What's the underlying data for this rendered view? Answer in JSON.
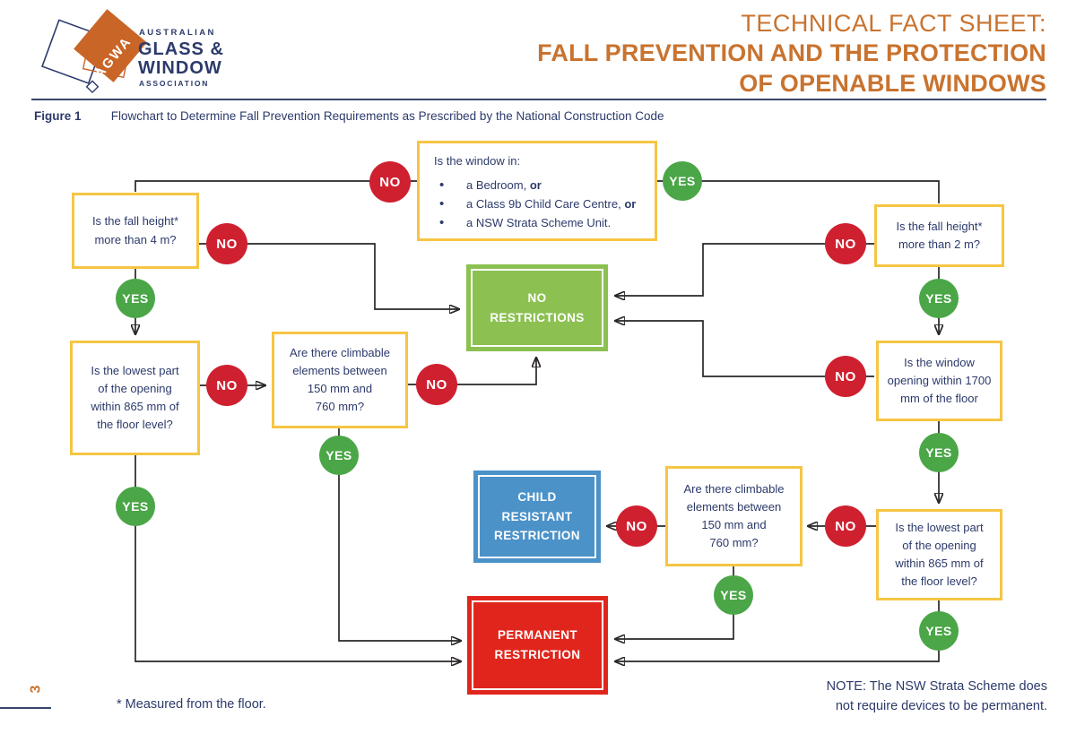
{
  "header": {
    "logo": {
      "monogram": "AGWA",
      "line1": "AUSTRALIAN",
      "line2": "GLASS &",
      "line3": "WINDOW",
      "line4": "ASSOCIATION"
    },
    "title": {
      "line1": "TECHNICAL FACT SHEET:",
      "line2": "FALL PREVENTION AND THE PROTECTION",
      "line3": "OF OPENABLE WINDOWS"
    }
  },
  "figure": {
    "label": "Figure 1",
    "caption": "Flowchart to Determine Fall Prevention Requirements as Prescribed by the National Construction Code"
  },
  "flowchart": {
    "labels": {
      "yes": "YES",
      "no": "NO"
    },
    "decisions": {
      "window_location": {
        "intro": "Is the window in:",
        "bullets": [
          {
            "text": "a Bedroom, ",
            "or": "or"
          },
          {
            "text": "a Class 9b Child Care Centre, ",
            "or": "or"
          },
          {
            "text": "a NSW Strata Scheme Unit.",
            "or": ""
          }
        ]
      },
      "fall_height_4m": "Is the fall height*\nmore than 4 m?",
      "lowest_part_left": "Is the lowest part\nof the opening\nwithin 865 mm of\nthe floor level?",
      "climbable_left": "Are there climbable\nelements between\n150 mm and\n760 mm?",
      "fall_height_2m": "Is the fall height*\nmore than 2 m?",
      "opening_1700": "Is the window\nopening within 1700\nmm of the floor",
      "climbable_right": "Are there climbable\nelements between\n150 mm and\n760 mm?",
      "lowest_part_right": "Is the lowest part\nof the opening\nwithin 865 mm of\nthe floor level?"
    },
    "results": {
      "no_restrictions": "NO\nRESTRICTIONS",
      "child_resistant": "CHILD\nRESISTANT\nRESTRICTION",
      "permanent": "PERMANENT\nRESTRICTION"
    }
  },
  "footer": {
    "footnote": "* Measured from the floor.",
    "note_line1": "NOTE: The NSW Strata Scheme does",
    "note_line2": "not require devices to be permanent.",
    "page_number": "3"
  },
  "colors": {
    "navy": "#2c3a6b",
    "title_orange": "#c8732f",
    "logo_orange": "#c96527",
    "yellow_border": "#f6c544",
    "badge_red": "#cf2030",
    "badge_green": "#4aa647",
    "result_green": "#8cc152",
    "result_blue": "#4b92c8",
    "result_red": "#e0261c",
    "connector": "#2a2627"
  }
}
